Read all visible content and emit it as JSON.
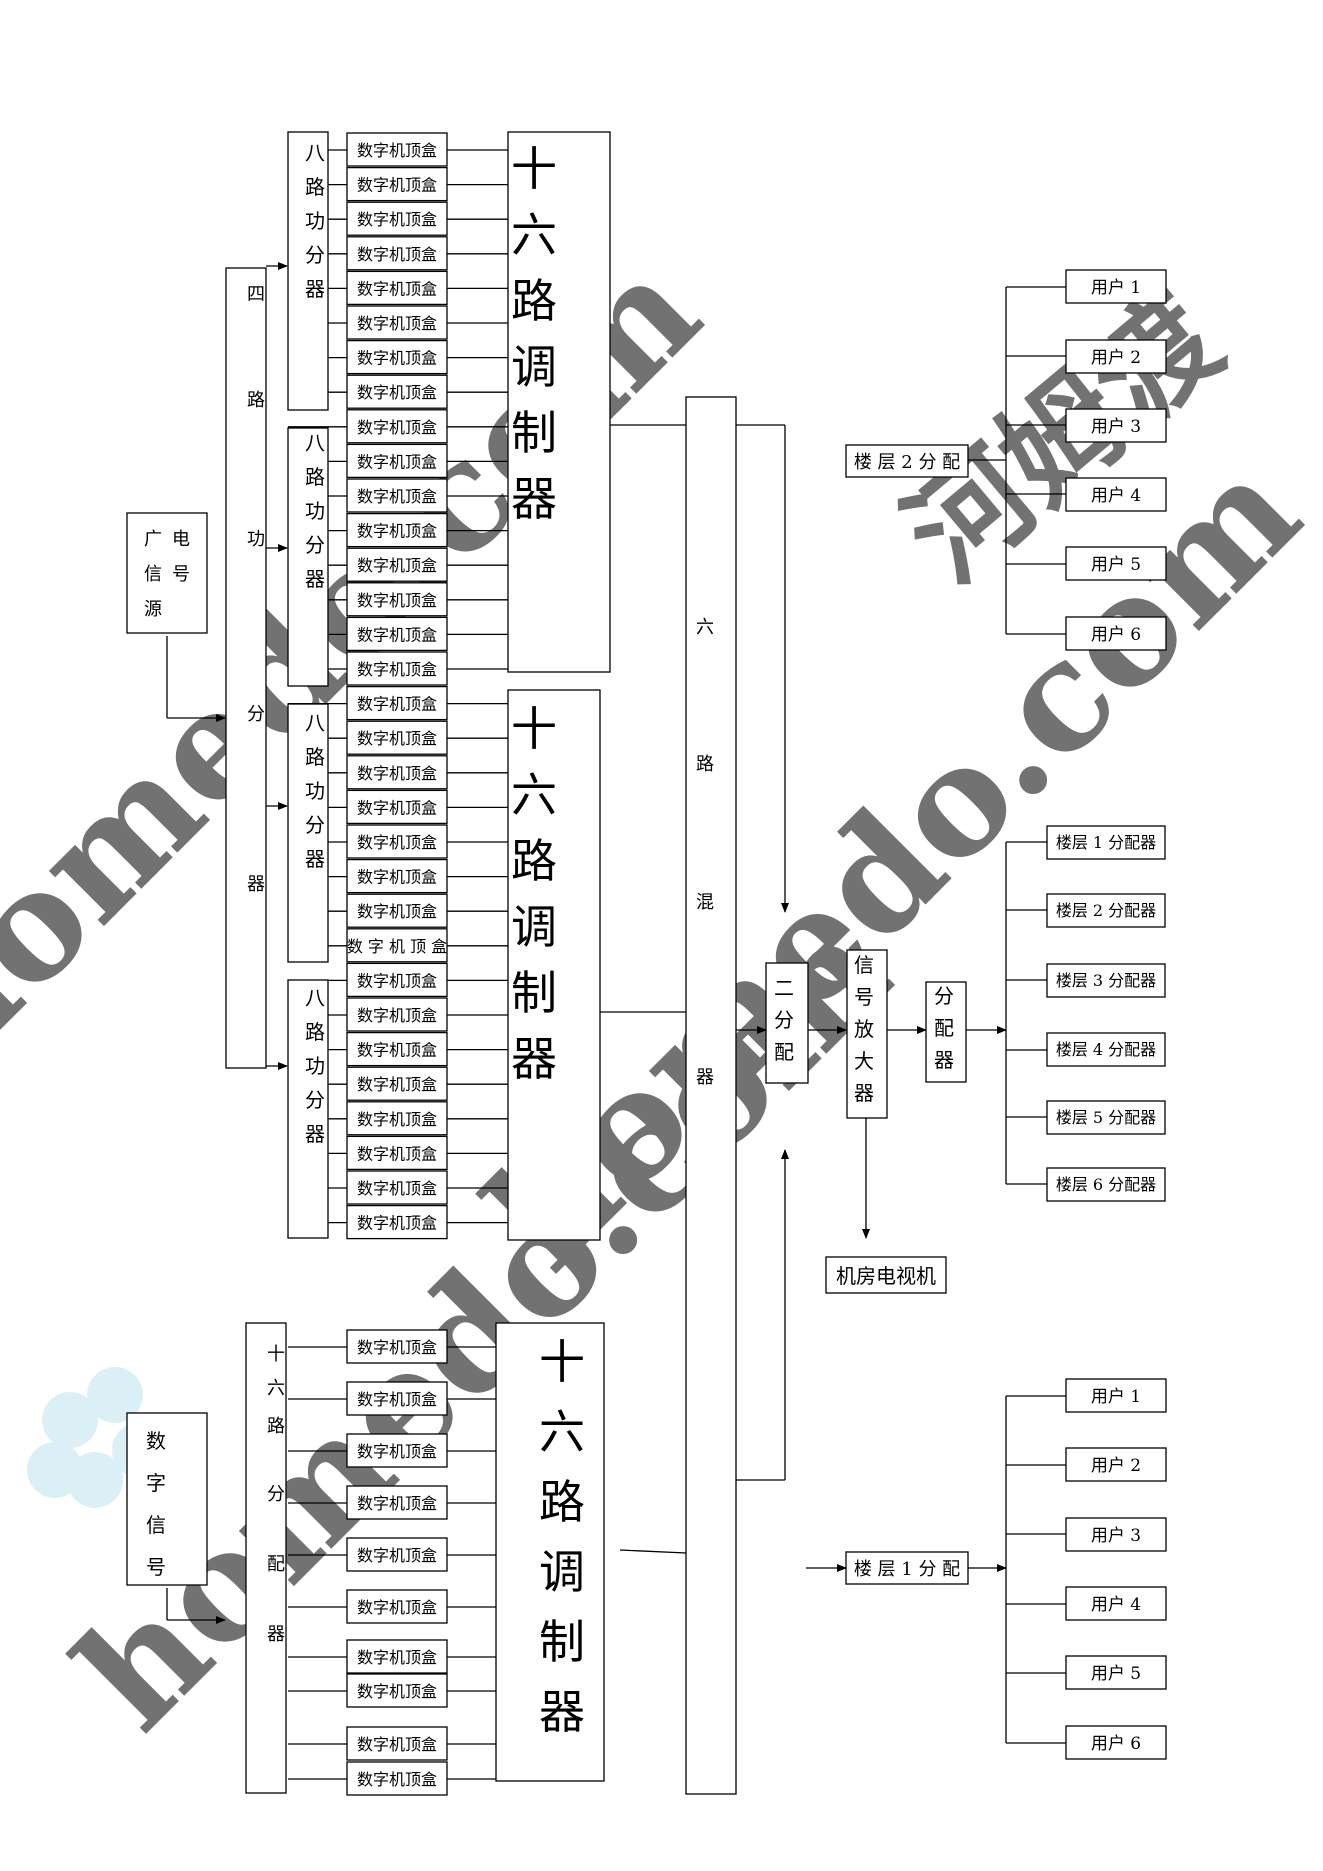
{
  "sources": {
    "broadcast": [
      "广",
      "电",
      "信",
      "号",
      "源"
    ],
    "digital": [
      "数",
      "字",
      "信",
      "号"
    ]
  },
  "splitters": {
    "four_way": [
      "四",
      "路",
      "功",
      "分",
      "器"
    ],
    "eight_way": [
      "八",
      "路",
      "功",
      "分",
      "器"
    ],
    "sixteen_way": [
      "十",
      "六",
      "路",
      "分",
      "配",
      "器"
    ]
  },
  "settop_box": "数字机顶盒",
  "settop_box_spaced": "数 字 机 顶 盒",
  "modulator": [
    "十",
    "六",
    "路",
    "调",
    "制",
    "器"
  ],
  "mixer": [
    "六",
    "路",
    "混",
    "器"
  ],
  "two_way": [
    "二",
    "分",
    "配"
  ],
  "amplifier": [
    "信",
    "号",
    "放",
    "大",
    "器"
  ],
  "distributor": [
    "分",
    "配",
    "器"
  ],
  "machine_room_tv": "机房电视机",
  "floor_distributors": [
    "楼层 1 分配器",
    "楼层 2 分配器",
    "楼层 3 分配器",
    "楼层 4 分配器",
    "楼层 5 分配器",
    "楼层 6 分配器"
  ],
  "floor2_label": "楼 层  2 分 配",
  "floor1_label": "楼 层  1 分 配",
  "users": [
    "用户 1",
    "用户 2",
    "用户 3",
    "用户 4",
    "用户 5",
    "用户 6"
  ],
  "watermark": {
    "text_main": "homedo.com",
    "text_cn": "河姆渡",
    "color": "#c5e8b5"
  }
}
